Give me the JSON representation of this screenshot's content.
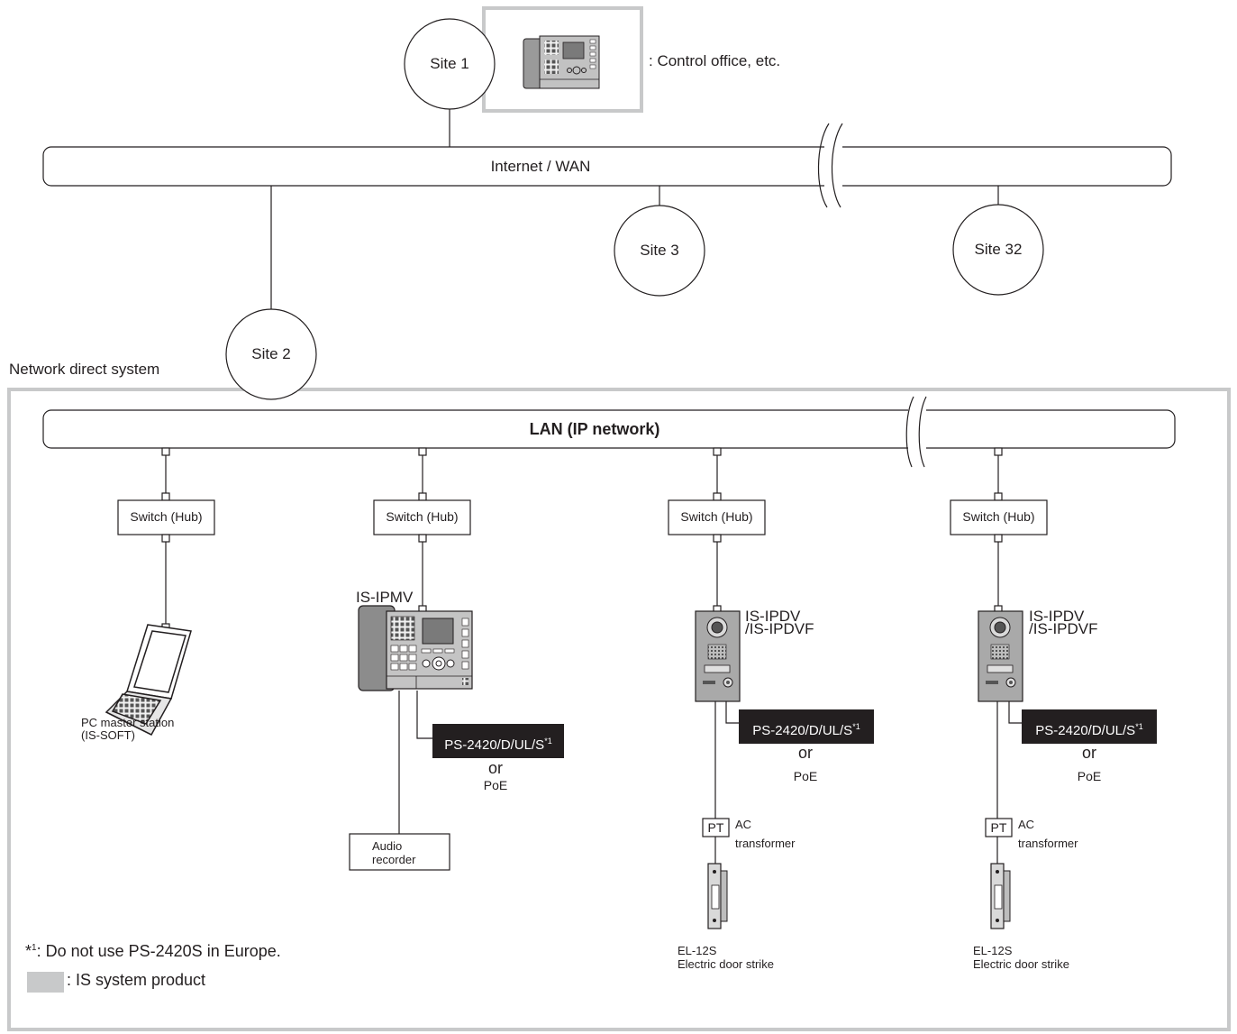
{
  "wan": {
    "label": "Internet / WAN",
    "sites": [
      "Site 1",
      "Site 2",
      "Site 3",
      "Site 32"
    ],
    "site1_desc": ": Control office, etc."
  },
  "network": {
    "title": "Network direct system",
    "lan_label": "LAN (IP network)",
    "switch_label": "Switch (Hub)"
  },
  "devices": {
    "pc_label_1": "PC master station",
    "pc_label_2": "(IS-SOFT)",
    "master_label": "IS-IPMV",
    "door_label_1": "IS-IPDV",
    "door_label_2": "/IS-IPDVF",
    "power_label": "PS-2420/D/UL/S",
    "power_note": "*1",
    "or_label": "or",
    "poe_label": "PoE",
    "recorder_label_1": "Audio",
    "recorder_label_2": "recorder",
    "pt_label": "PT",
    "ac_label_1": "AC",
    "ac_label_2": "transformer",
    "strike_label_1": "EL-12S",
    "strike_label_2": "Electric door strike"
  },
  "legend": {
    "footnote_mark": "*",
    "footnote_sup": "1",
    "footnote_text": ": Do not use PS-2420S in Europe.",
    "product_label": ": IS system product",
    "product_color": "#c8c9ca"
  },
  "colors": {
    "line": "#231f20",
    "highlight": "#c8c9ca",
    "device_gray": "#8c8c8c",
    "label_bg": "#231f20"
  }
}
